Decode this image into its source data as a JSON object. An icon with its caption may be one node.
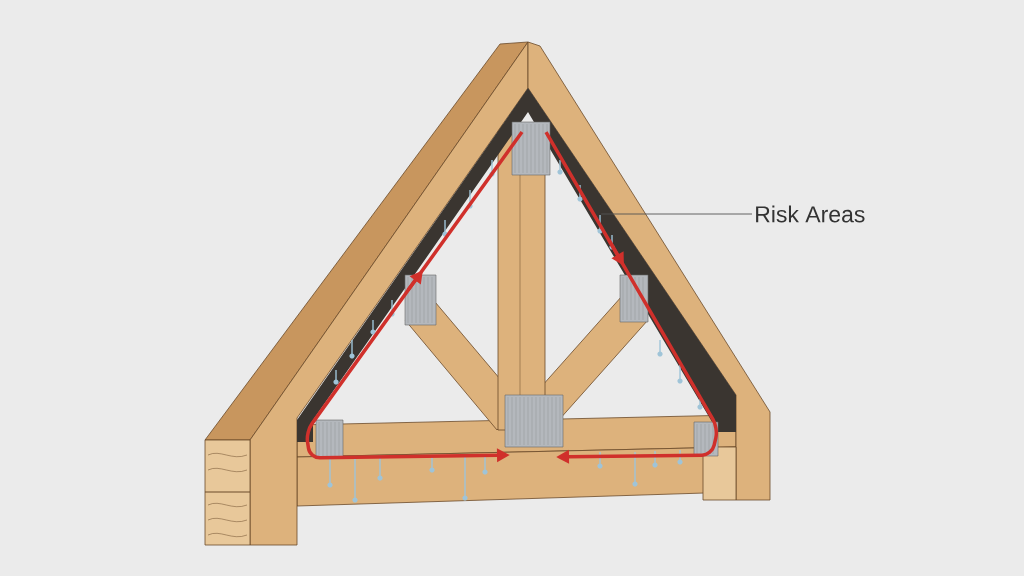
{
  "diagram": {
    "nodes": [
      {
        "text": [
          "Risk Areas"
        ]
      },
      {
        "text": [],
        "shape": "band"
      }
    ],
    "edges": [
      {
        "from": 0,
        "to": 1,
        "arrow": "none"
      }
    ]
  }
}
